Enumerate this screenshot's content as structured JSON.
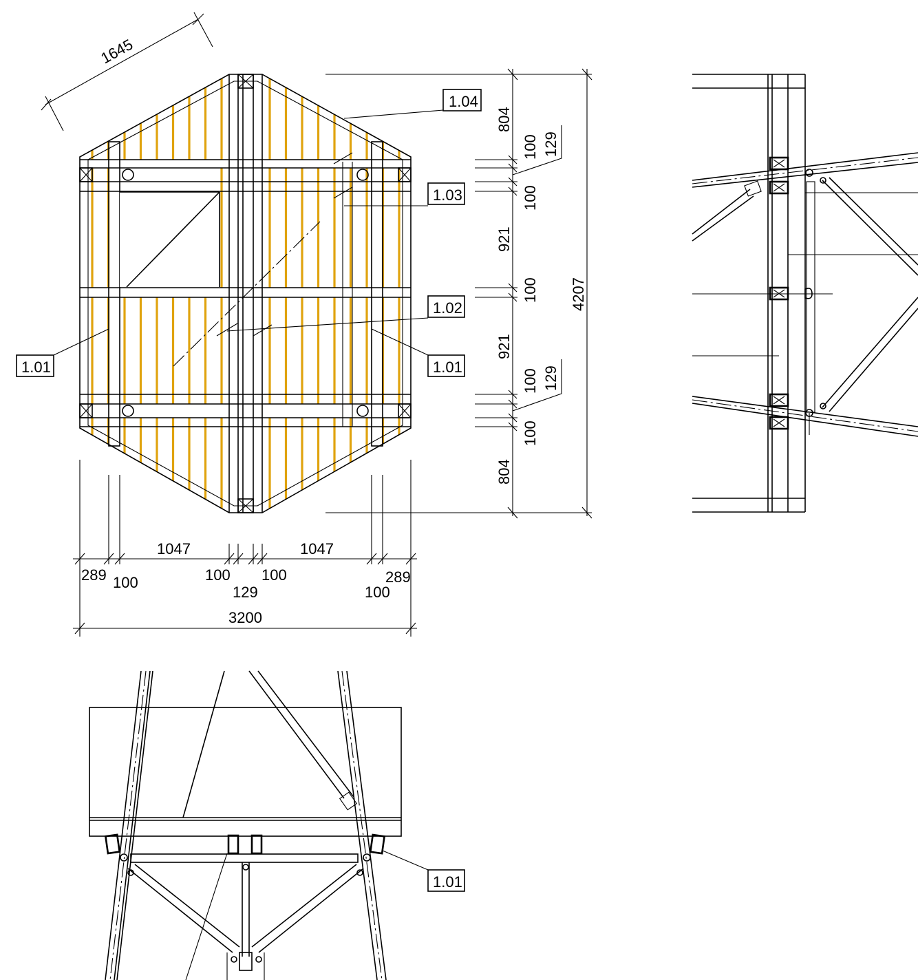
{
  "colors": {
    "line": "#000000",
    "joist": "#e0a30e",
    "background": "#ffffff"
  },
  "plan": {
    "dimensions": {
      "diagonal": "1645",
      "top_804": "804",
      "top_100a": "100",
      "top_129": "129",
      "top_100b": "100",
      "mid_921a": "921",
      "mid_100": "100",
      "mid_921b": "921",
      "bot_100a": "100",
      "bot_129": "129",
      "bot_100b": "100",
      "bot_804": "804",
      "overall_height": "4207",
      "left_1047": "1047",
      "right_1047": "1047",
      "left_289": "289",
      "left_100": "100",
      "center_100_left": "100",
      "center_129": "129",
      "center_100_right": "100",
      "right_100": "100",
      "right_289": "289",
      "overall_width": "3200"
    },
    "tags": {
      "t104": "1.04",
      "t103": "1.03",
      "t102": "1.02",
      "t101_left": "1.01",
      "t101_right": "1.01"
    }
  },
  "section": {
    "tags": {
      "t101": "1.01"
    }
  }
}
